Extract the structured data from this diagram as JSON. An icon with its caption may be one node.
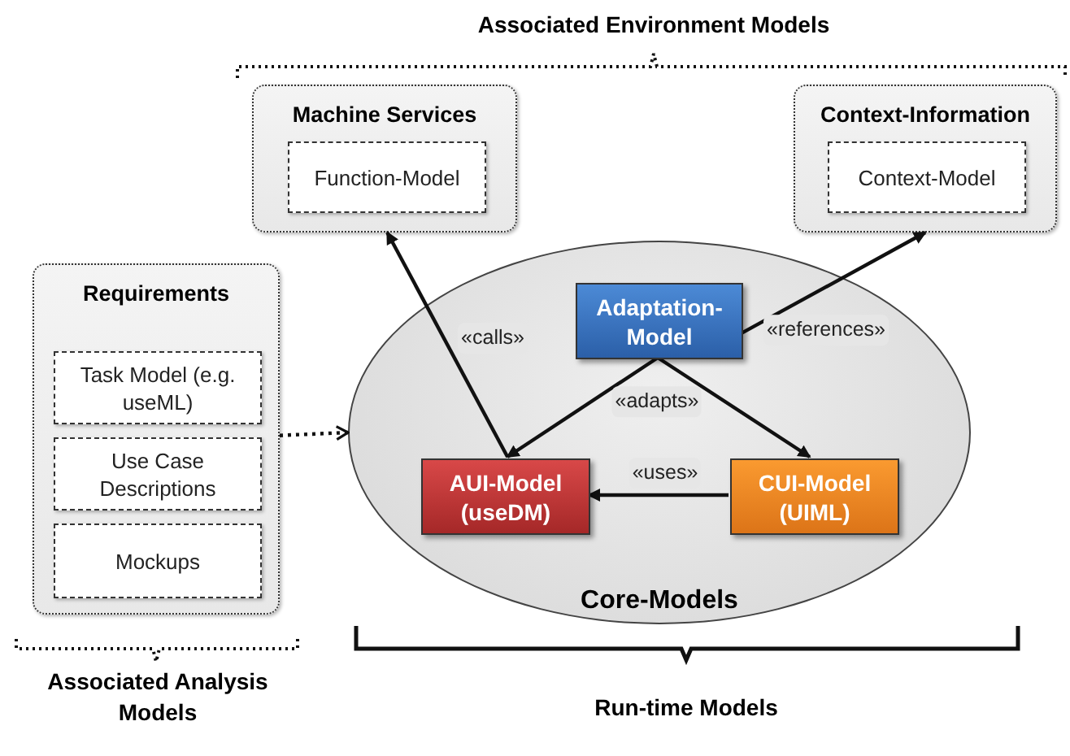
{
  "diagram": {
    "nodes": [
      {
        "text": [
          "Machine Services"
        ]
      },
      {
        "text": [
          "Function-Model"
        ],
        "in": 0
      },
      {
        "text": [
          "Context-Information"
        ]
      },
      {
        "text": [
          "Context-Model"
        ],
        "in": 2
      },
      {
        "text": [
          "Requirements"
        ]
      },
      {
        "text": [
          "Task Model (e.g. useML)"
        ],
        "in": 4
      },
      {
        "text": [
          "Use Case Descriptions"
        ],
        "in": 4
      },
      {
        "text": [
          "Mockups"
        ],
        "in": 4
      },
      {
        "text": [
          "Core-Models"
        ]
      },
      {
        "text": [
          "Adaptation-Model"
        ],
        "in": 8
      },
      {
        "text": [
          "AUI-Model (useDM)"
        ],
        "in": 8
      },
      {
        "text": [
          "CUI-Model (UIML)"
        ],
        "in": 8
      }
    ],
    "edges": [
      {
        "from": 10,
        "to": 0,
        "arrow": "to",
        "label": "«calls»"
      },
      {
        "from": 9,
        "to": 2,
        "arrow": "to",
        "label": "«references»"
      },
      {
        "from": 9,
        "to": 10,
        "arrow": "to",
        "label": "«adapts»"
      },
      {
        "from": 9,
        "to": 11,
        "arrow": "to"
      },
      {
        "from": 11,
        "to": 10,
        "arrow": "to",
        "label": "«uses»"
      },
      {
        "from": 4,
        "to": 8,
        "arrow": "to",
        "style": "dashed"
      }
    ],
    "labels": [
      "Associated Environment Models",
      "Associated Analysis Models",
      "Run-time Models"
    ]
  }
}
